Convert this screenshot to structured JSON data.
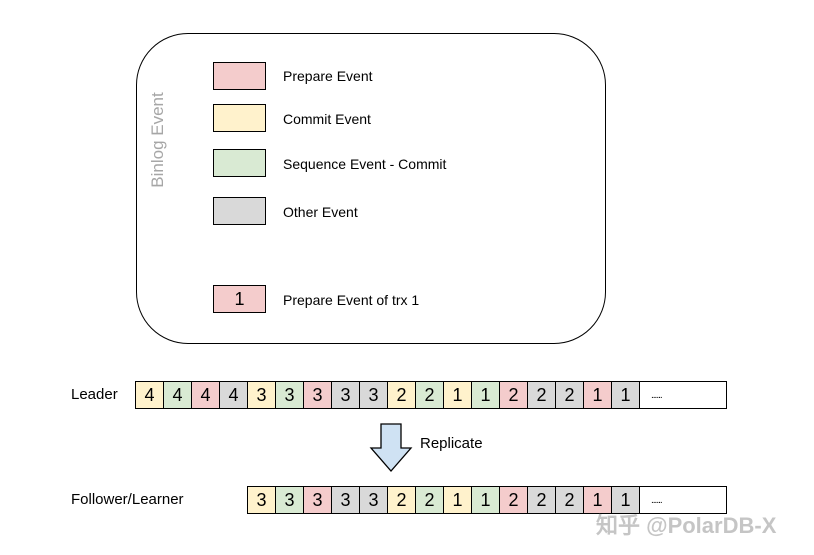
{
  "legend": {
    "title": "Binlog Event",
    "items": [
      {
        "label": "Prepare Event",
        "type": "prepare",
        "number": ""
      },
      {
        "label": "Commit Event",
        "type": "commit",
        "number": ""
      },
      {
        "label": "Sequence Event - Commit",
        "type": "sequence",
        "number": ""
      },
      {
        "label": "Other Event",
        "type": "other",
        "number": ""
      },
      {
        "label": "Prepare Event of trx 1",
        "type": "prepare",
        "number": "1"
      }
    ]
  },
  "colors": {
    "prepare": "#f4cccc",
    "commit": "#fff2cc",
    "sequence": "#d9ead3",
    "other": "#d9d9d9"
  },
  "leader": {
    "label": "Leader",
    "events": [
      {
        "trx": "4",
        "type": "commit"
      },
      {
        "trx": "4",
        "type": "sequence"
      },
      {
        "trx": "4",
        "type": "prepare"
      },
      {
        "trx": "4",
        "type": "other"
      },
      {
        "trx": "3",
        "type": "commit"
      },
      {
        "trx": "3",
        "type": "sequence"
      },
      {
        "trx": "3",
        "type": "prepare"
      },
      {
        "trx": "3",
        "type": "other"
      },
      {
        "trx": "3",
        "type": "other"
      },
      {
        "trx": "2",
        "type": "commit"
      },
      {
        "trx": "2",
        "type": "sequence"
      },
      {
        "trx": "1",
        "type": "commit"
      },
      {
        "trx": "1",
        "type": "sequence"
      },
      {
        "trx": "2",
        "type": "prepare"
      },
      {
        "trx": "2",
        "type": "other"
      },
      {
        "trx": "2",
        "type": "other"
      },
      {
        "trx": "1",
        "type": "prepare"
      },
      {
        "trx": "1",
        "type": "other"
      }
    ],
    "tail": "......"
  },
  "replicate": {
    "label": "Replicate"
  },
  "follower": {
    "label": "Follower/Learner",
    "events": [
      {
        "trx": "3",
        "type": "commit"
      },
      {
        "trx": "3",
        "type": "sequence"
      },
      {
        "trx": "3",
        "type": "prepare"
      },
      {
        "trx": "3",
        "type": "other"
      },
      {
        "trx": "3",
        "type": "other"
      },
      {
        "trx": "2",
        "type": "commit"
      },
      {
        "trx": "2",
        "type": "sequence"
      },
      {
        "trx": "1",
        "type": "commit"
      },
      {
        "trx": "1",
        "type": "sequence"
      },
      {
        "trx": "2",
        "type": "prepare"
      },
      {
        "trx": "2",
        "type": "other"
      },
      {
        "trx": "2",
        "type": "other"
      },
      {
        "trx": "1",
        "type": "prepare"
      },
      {
        "trx": "1",
        "type": "other"
      }
    ],
    "tail": "......"
  },
  "watermark": "知乎 @PolarDB-X"
}
